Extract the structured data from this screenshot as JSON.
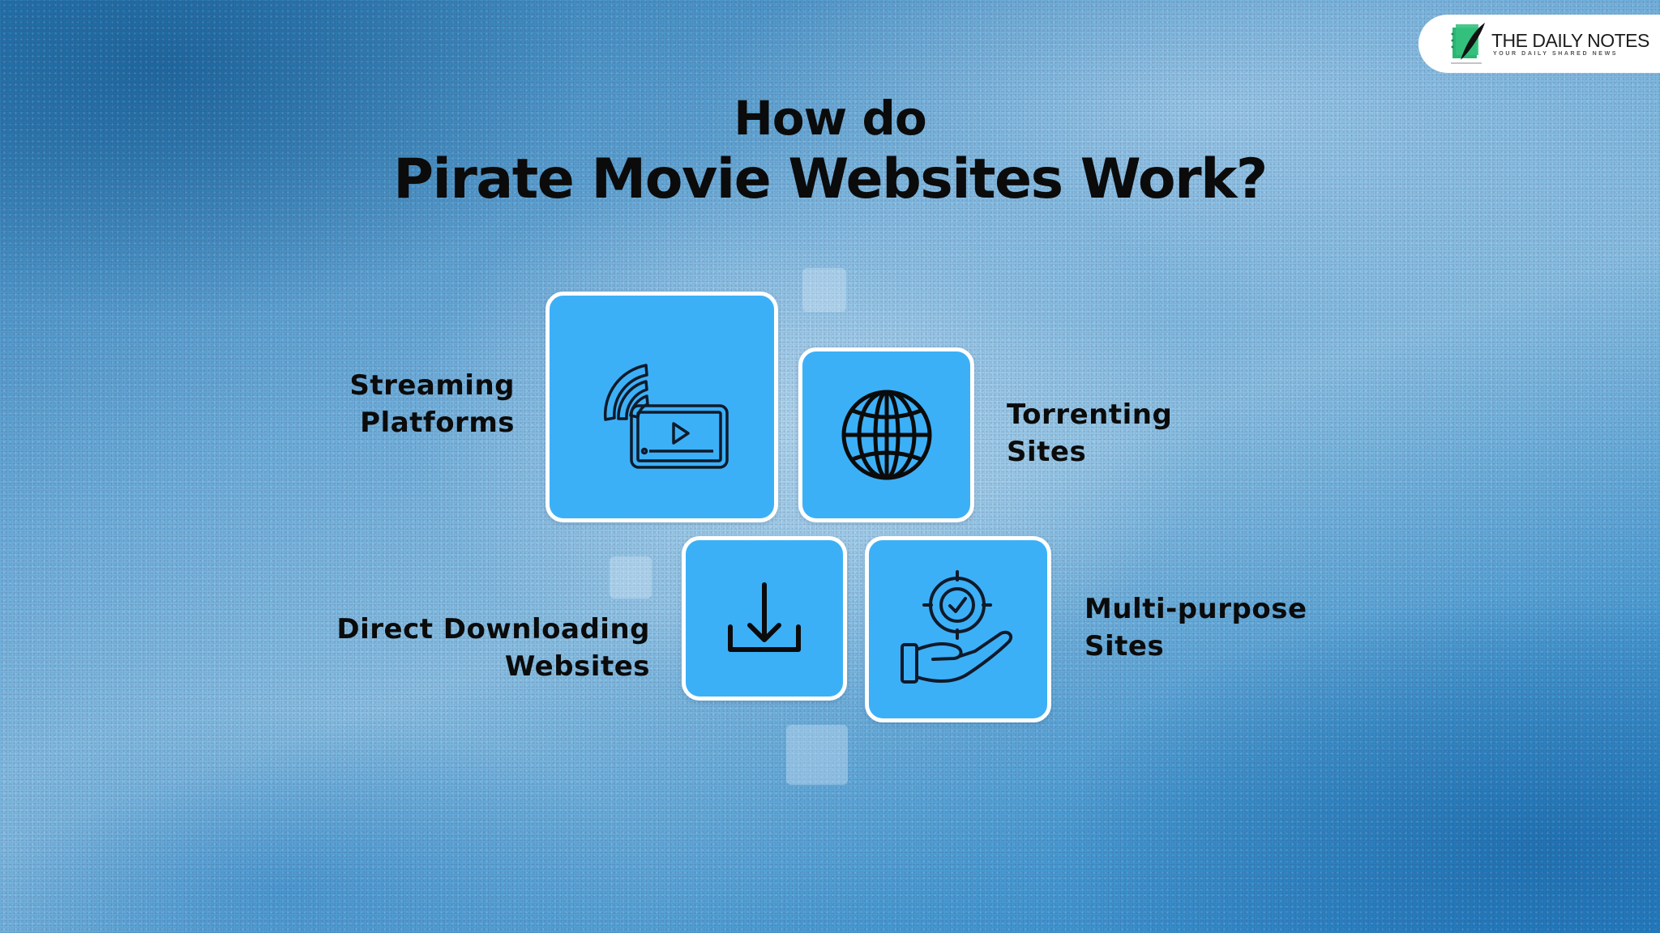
{
  "logo": {
    "name": "THE DAILY NOTES",
    "tagline": "YOUR DAILY SHARED NEWS",
    "icon": "notebook-quill-icon",
    "accent": "#2bb673"
  },
  "title": {
    "line1": "How do",
    "line2": "Pirate Movie Websites Work?"
  },
  "colors": {
    "card_fill": "#3cb0f7",
    "card_border": "#ffffff",
    "text": "#0b0b0b",
    "background": "#5aa8dc"
  },
  "categories": [
    {
      "id": "streaming",
      "icon": "streaming-video-icon",
      "label_line1": "Streaming",
      "label_line2": "Platforms"
    },
    {
      "id": "torrenting",
      "icon": "globe-icon",
      "label_line1": "Torrenting",
      "label_line2": "Sites"
    },
    {
      "id": "direct-download",
      "icon": "download-icon",
      "label_line1": "Direct Downloading",
      "label_line2": "Websites"
    },
    {
      "id": "multi-purpose",
      "icon": "hand-target-check-icon",
      "label_line1": "Multi-purpose",
      "label_line2": "Sites"
    }
  ]
}
